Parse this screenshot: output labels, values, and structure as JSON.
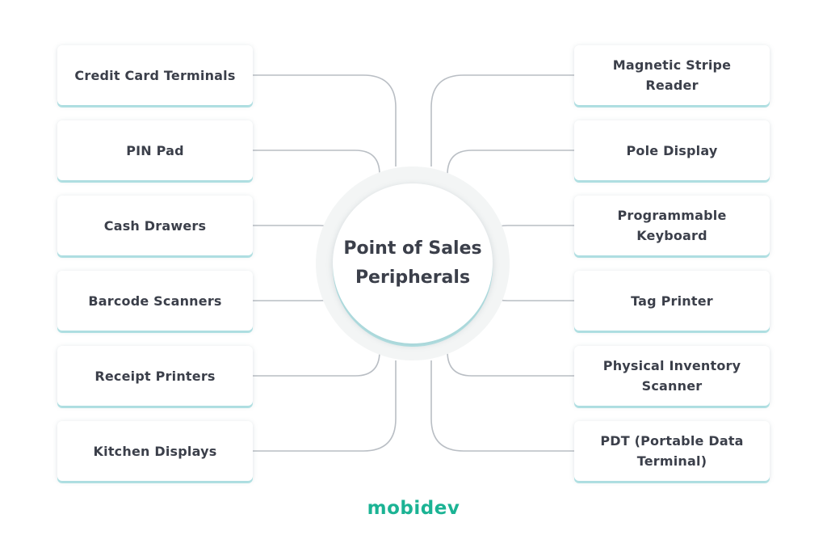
{
  "center": {
    "label": "Point of Sales Peripherals"
  },
  "left_items": [
    {
      "label": "Credit Card Terminals"
    },
    {
      "label": "PIN Pad"
    },
    {
      "label": "Cash Drawers"
    },
    {
      "label": "Barcode Scanners"
    },
    {
      "label": "Receipt Printers"
    },
    {
      "label": "Kitchen Displays"
    }
  ],
  "right_items": [
    {
      "label": "Magnetic Stripe Reader"
    },
    {
      "label": "Pole Display"
    },
    {
      "label": "Programmable Keyboard"
    },
    {
      "label": "Tag Printer"
    },
    {
      "label": "Physical Inventory Scanner"
    },
    {
      "label": "PDT (Portable Data Terminal)"
    }
  ],
  "logo": {
    "text": "mobidev"
  },
  "colors": {
    "box_shadow_accent": "#7ccdd2",
    "connector": "#b9bec4",
    "text": "#3b3f4a",
    "logo": "#1bb394"
  }
}
